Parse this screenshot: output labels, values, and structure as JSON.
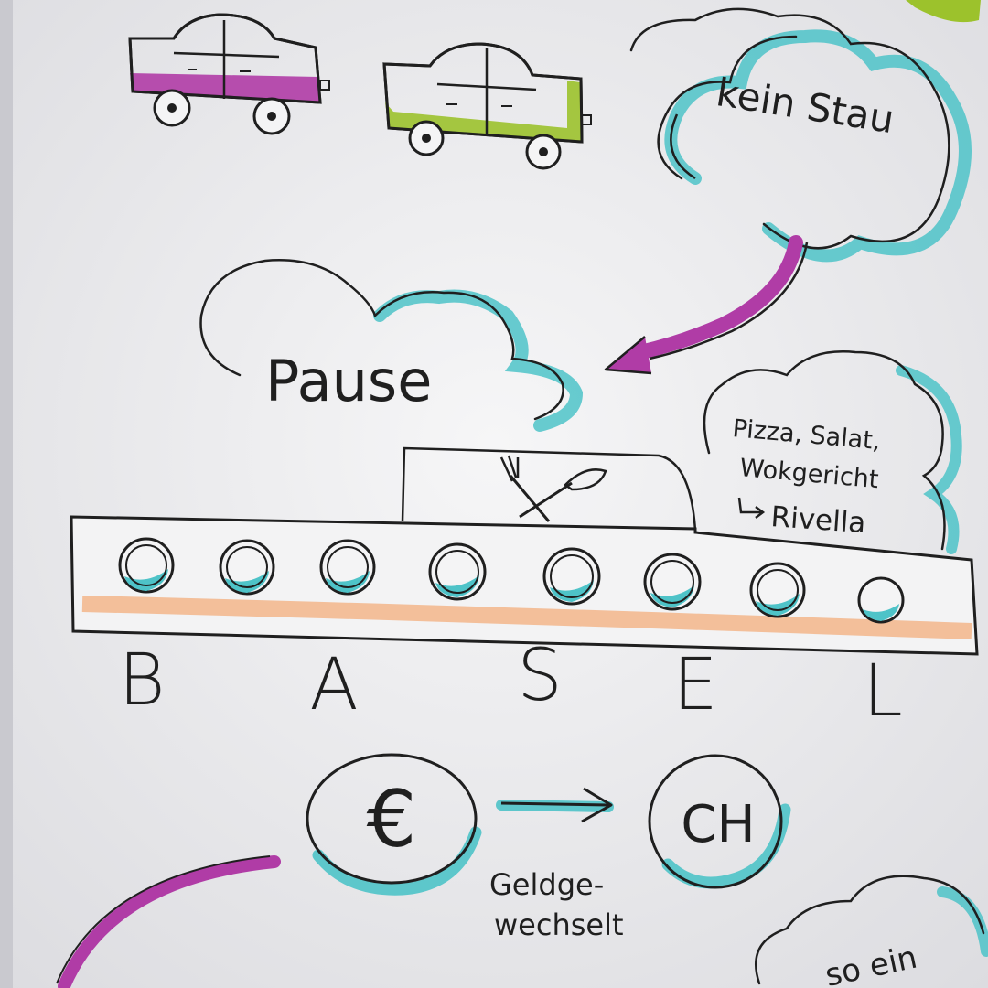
{
  "bubbles": {
    "traffic": "kein Stau",
    "pause": "Pause",
    "food_line1": "Pizza, Salat,",
    "food_line2": "Wokgericht",
    "food_line3": "Rivella",
    "bottom_partial": "so ein"
  },
  "ship": {
    "letters": [
      "B",
      "A",
      "S",
      "E",
      "L"
    ]
  },
  "currency": {
    "from": "€",
    "to": "CH",
    "caption_line1": "Geldge-",
    "caption_line2": "wechselt"
  },
  "colors": {
    "paper": "#eeeef0",
    "ink": "#1f1f1f",
    "magenta": "#b03ca6",
    "lime": "#9cc22c",
    "teal": "#4ec3c8",
    "orange": "#f2b58a"
  }
}
